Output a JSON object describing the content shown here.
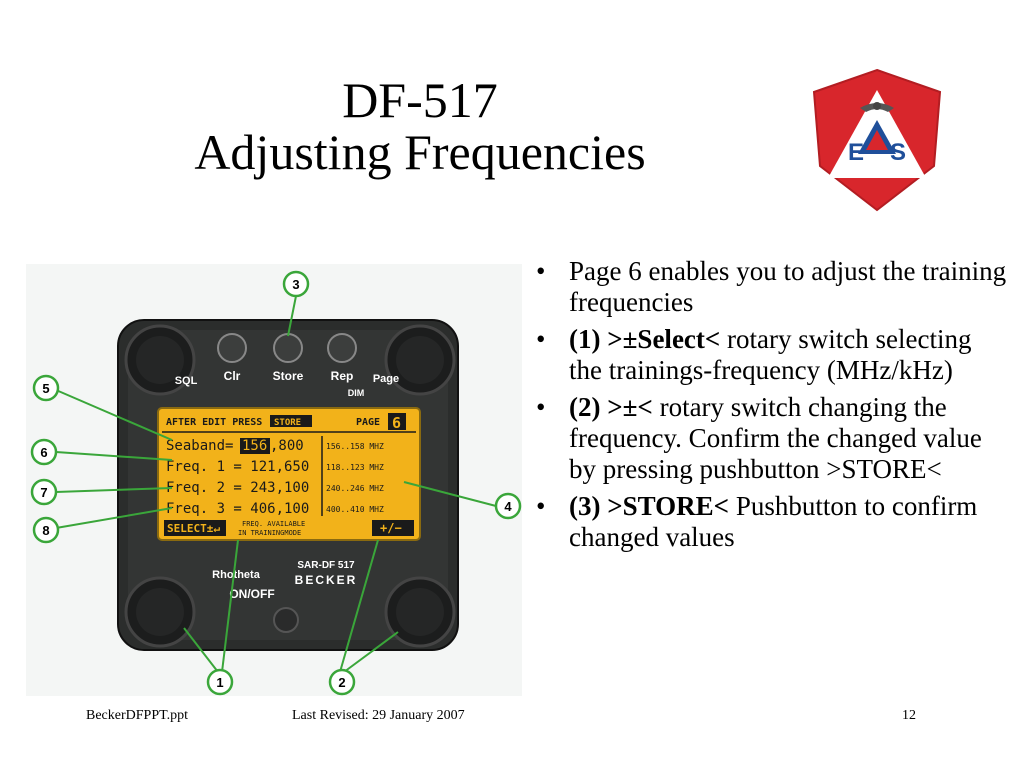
{
  "slide": {
    "title_line1": "DF-517",
    "title_line2": "Adjusting Frequencies"
  },
  "logo": {
    "letters": [
      "E",
      "S"
    ],
    "colors": {
      "shield": "#d8262c",
      "triangle": "#ffffff",
      "inner": "#1f4f9a"
    }
  },
  "device": {
    "buttons": [
      "Clr",
      "Store",
      "Rep"
    ],
    "knob_labels": {
      "sql": "SQL",
      "page": "Page",
      "dim": "DIM"
    },
    "screen": {
      "header": "AFTER EDIT PRESS",
      "store_tag": "STORE",
      "page_label": "PAGE",
      "page_number": "6",
      "rows": [
        {
          "label": "Seaband=",
          "value_hi": "156",
          "value_lo": ",800",
          "range": "156..158 MHZ"
        },
        {
          "label": "Freq. 1 = 121,650",
          "range": "118..123 MHZ"
        },
        {
          "label": "Freq. 2 = 243,100",
          "range": "240..246 MHZ"
        },
        {
          "label": "Freq. 3 = 406,100",
          "range": "400..410 MHZ"
        }
      ],
      "select_tag": "SELECT±↵",
      "footer_line1": "FREQ. AVAILABLE",
      "footer_line2": "IN TRAININGMODE",
      "plusminus_tag": "+/−"
    },
    "lower_labels": {
      "rhotheta": "Rhotheta",
      "model": "SAR-DF 517",
      "brand": "BECKER",
      "onoff": "ON/OFF"
    },
    "callouts": [
      "1",
      "2",
      "3",
      "4",
      "5",
      "6",
      "7",
      "8"
    ],
    "colors": {
      "lcd": "#f2b21a",
      "bezel": "#2b2d2c",
      "callout": "#3aa63a"
    }
  },
  "bullets": [
    {
      "bold": "",
      "text": "Page 6 enables you to adjust the training frequencies"
    },
    {
      "bold": "(1) >±Select<",
      "text": " rotary switch selecting the trainings-frequency (MHz/kHz)"
    },
    {
      "bold": "(2) >±<",
      "text": " rotary switch changing the frequency. Confirm the changed value by pressing pushbutton >STORE<"
    },
    {
      "bold": "(3) >STORE<",
      "text": " Pushbutton to confirm changed values"
    }
  ],
  "footer": {
    "filename": "BeckerDFPPT.ppt",
    "revised": "Last Revised: 29 January 2007",
    "page": "12"
  }
}
